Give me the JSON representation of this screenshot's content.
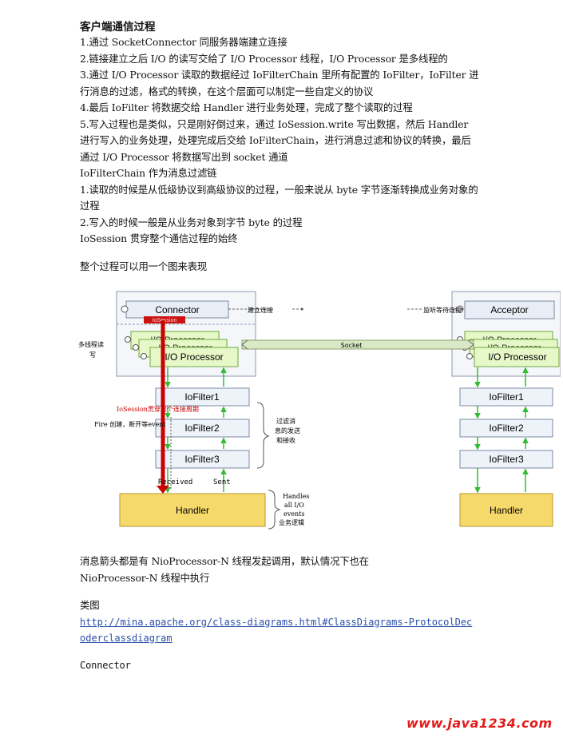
{
  "section1": {
    "title": "客户端通信过程",
    "lines": [
      "1.通过 SocketConnector 同服务器端建立连接",
      "2.链接建立之后 I/O 的读写交给了 I/O Processor 线程，I/O Processor 是多线程的",
      "3.通过 I/O Processor 读取的数据经过 IoFilterChain 里所有配置的 IoFilter，IoFilter 进行消息的过滤，格式的转换，在这个层面可以制定一些自定义的协议",
      "4.最后 IoFilter 将数据交给 Handler 进行业务处理，完成了整个读取的过程",
      "5.写入过程也是类似，只是刚好倒过来，通过 IoSession.write 写出数据，然后 Handler 进行写入的业务处理，处理完成后交给 IoFilterChain，进行消息过滤和协议的转换，最后通过 I/O Processor 将数据写出到 socket 通道"
    ]
  },
  "section2": {
    "title": "IoFilterChain 作为消息过滤链",
    "lines": [
      "1.读取的时候是从低级协议到高级协议的过程，一般来说从 byte 字节逐渐转换成业务对象的过程",
      "2.写入的时候一般是从业务对象到字节 byte 的过程"
    ],
    "footer": "IoSession 贯穿整个通信过程的始终"
  },
  "diagram_intro": "整个过程可以用一个图来表现",
  "diagram": {
    "connector": "Connector",
    "session_tag": "IoSession",
    "acceptor": "Acceptor",
    "processor": "I/O Processor",
    "processor_partial": "I/O Processor",
    "filters": [
      "IoFilter1",
      "IoFilter2",
      "IoFilter3"
    ],
    "handler": "Handler",
    "connect_label": "建立连接",
    "listen_label": "监听等待连接",
    "socket_label": "Socket",
    "multithread_label": [
      "多线程读",
      "写"
    ],
    "session_label": "IoSession贯穿整个连接周期",
    "fire_label": "Fire 创建，断开等event",
    "filter_note": [
      "过滤消",
      "息的发送",
      "和接收"
    ],
    "received": "Received",
    "sent": "Sent",
    "handler_note": [
      "Handles",
      "all I/O",
      "events",
      "业务逻辑"
    ]
  },
  "para_after": "消息箭头都是有 NioProcessor-N 线程发起调用，默认情况下也在 NioProcessor-N 线程中执行",
  "class_title": "类图",
  "class_link": "http://mina.apache.org/class-diagrams.html#ClassDiagrams-ProtocolDecoderclassdiagram",
  "connector_heading": "Connector",
  "watermark": "www.java1234.com",
  "colors": {
    "red": "#cc0000",
    "green": "#33bb33",
    "filter_fill": "#eef3fa",
    "processor_fill": "#e7f8c8",
    "handler_fill": "#f6d96b"
  }
}
